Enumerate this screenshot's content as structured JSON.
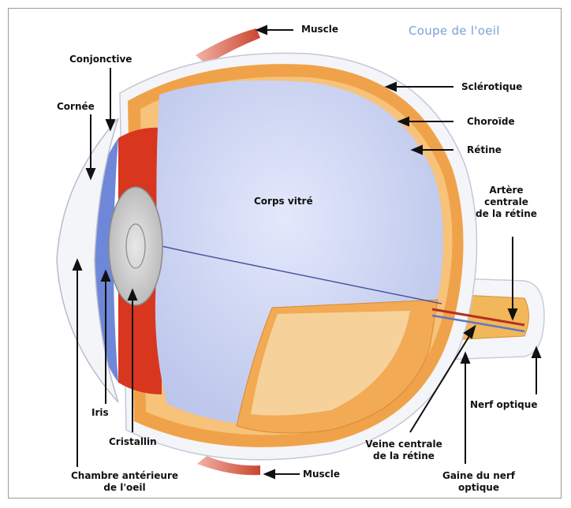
{
  "title": "Coupe de l'oeil",
  "labels": {
    "muscle_top": "Muscle",
    "conjonctive": "Conjonctive",
    "cornee": "Cornée",
    "sclerotique": "Sclérotique",
    "choroide": "Choroïde",
    "retine": "Rétine",
    "corps_vitre": "Corps vitré",
    "artere": [
      "Artère",
      "centrale",
      "de la rétine"
    ],
    "iris": "Iris",
    "cristallin": "Cristallin",
    "nerf_optique": "Nerf optique",
    "veine": [
      "Veine centrale",
      "de la rétine"
    ],
    "chambre": [
      "Chambre antérieure",
      "de l'oeil"
    ],
    "muscle_bottom": "Muscle",
    "gaine": [
      "Gaine du nerf",
      "optique"
    ]
  },
  "colors": {
    "sclera": "#f4f5f8",
    "choroid": "#f0a24a",
    "retina_red": "#d8361f",
    "vitreous": "#c9d2f1",
    "muscle": "#d9614f",
    "nerve": "#f2b75a",
    "title": "#7aa2d6"
  }
}
